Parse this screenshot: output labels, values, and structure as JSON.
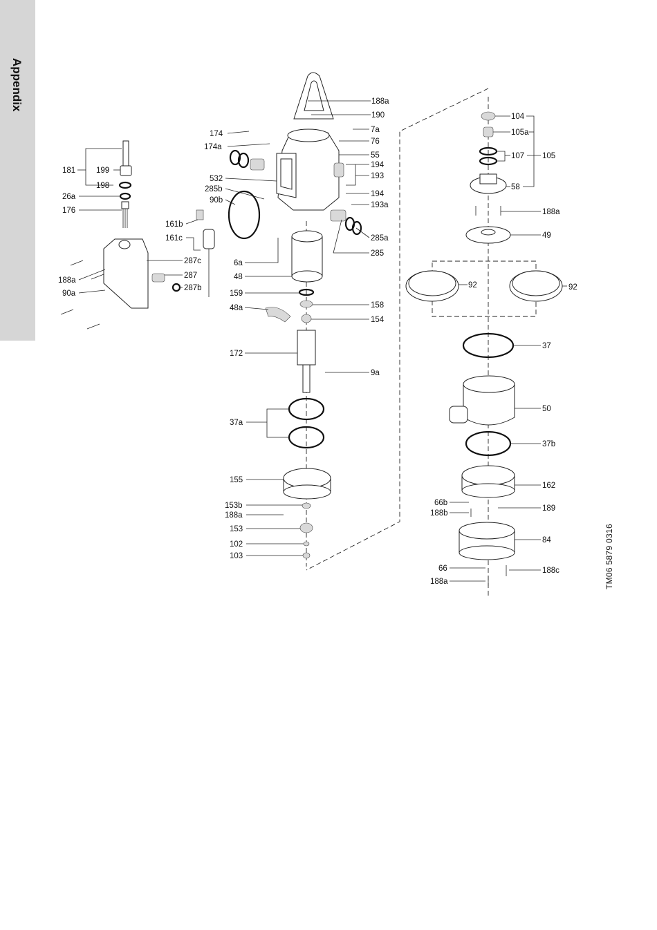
{
  "side_tab": {
    "label": "Appendix"
  },
  "drawing_number": "TM06 5879 0316",
  "part_labels": {
    "p188a_top": "188a",
    "p190": "190",
    "p174": "174",
    "p174a": "174a",
    "p7a": "7a",
    "p76": "76",
    "p55": "55",
    "p194_a": "194",
    "p193": "193",
    "p194_b": "194",
    "p193a": "193a",
    "p532": "532",
    "p285b": "285b",
    "p90b": "90b",
    "p181": "181",
    "p199": "199",
    "p198": "198",
    "p26a": "26a",
    "p176": "176",
    "p161b": "161b",
    "p161c": "161c",
    "p287c": "287c",
    "p287": "287",
    "p287b": "287b",
    "p188a_left": "188a",
    "p90a": "90a",
    "p285a": "285a",
    "p285": "285",
    "p6a": "6a",
    "p48": "48",
    "p159": "159",
    "p158": "158",
    "p48a": "48a",
    "p154": "154",
    "p172": "172",
    "p9a": "9a",
    "p37a": "37a",
    "p155": "155",
    "p153b": "153b",
    "p188a_mid": "188a",
    "p153": "153",
    "p102": "102",
    "p103": "103",
    "p104": "104",
    "p105a": "105a",
    "p107": "107",
    "p105": "105",
    "p58": "58",
    "p188a_right": "188a",
    "p49": "49",
    "p92_left": "92",
    "p92_right": "92",
    "p37": "37",
    "p50": "50",
    "p37b": "37b",
    "p162": "162",
    "p66b": "66b",
    "p188b": "188b",
    "p189": "189",
    "p84": "84",
    "p66": "66",
    "p188c": "188c",
    "p188a_bottom": "188a"
  }
}
